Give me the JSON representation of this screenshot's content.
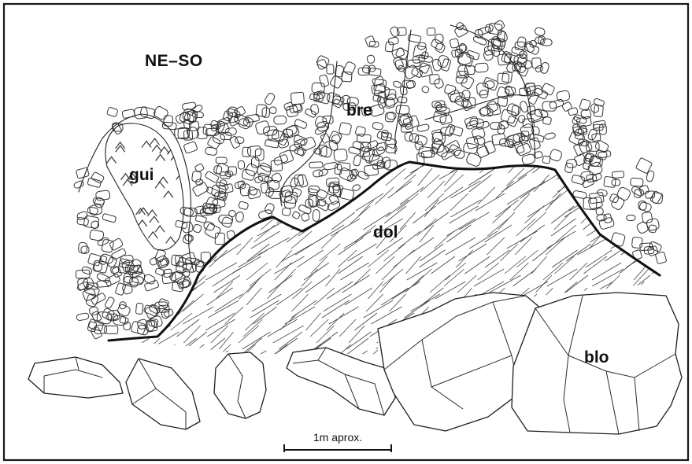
{
  "orientation_label": "NE–SO",
  "units": [
    {
      "id": "gui",
      "label": "gui"
    },
    {
      "id": "bre",
      "label": "bre"
    },
    {
      "id": "dol",
      "label": "dol"
    },
    {
      "id": "blo",
      "label": "blo"
    }
  ],
  "scale_bar": {
    "label": "1m aprox."
  },
  "colors": {
    "ink": "#111111",
    "background": "#ffffff"
  }
}
